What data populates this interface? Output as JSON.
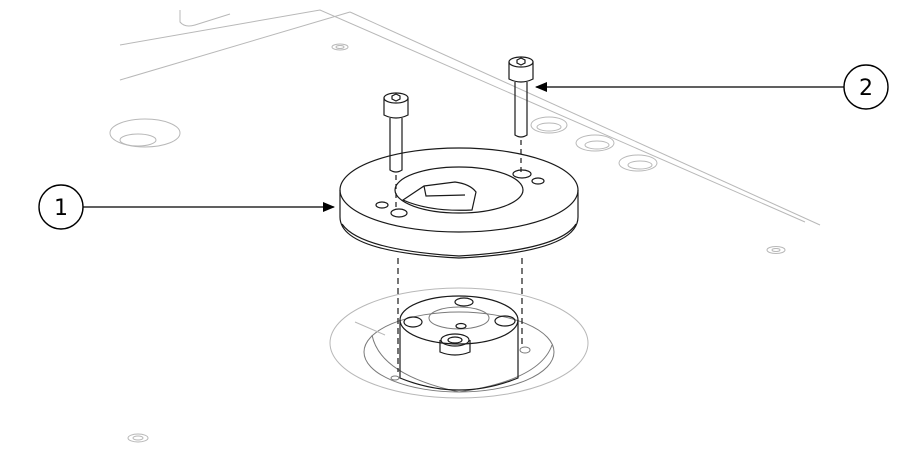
{
  "callouts": [
    {
      "id": "1",
      "label": "1",
      "target": "adapter-ring"
    },
    {
      "id": "2",
      "label": "2",
      "target": "socket-head-screw"
    }
  ],
  "colors": {
    "line": "#1a1a1a",
    "faint": "#b8b8b8",
    "background": "#ffffff"
  }
}
